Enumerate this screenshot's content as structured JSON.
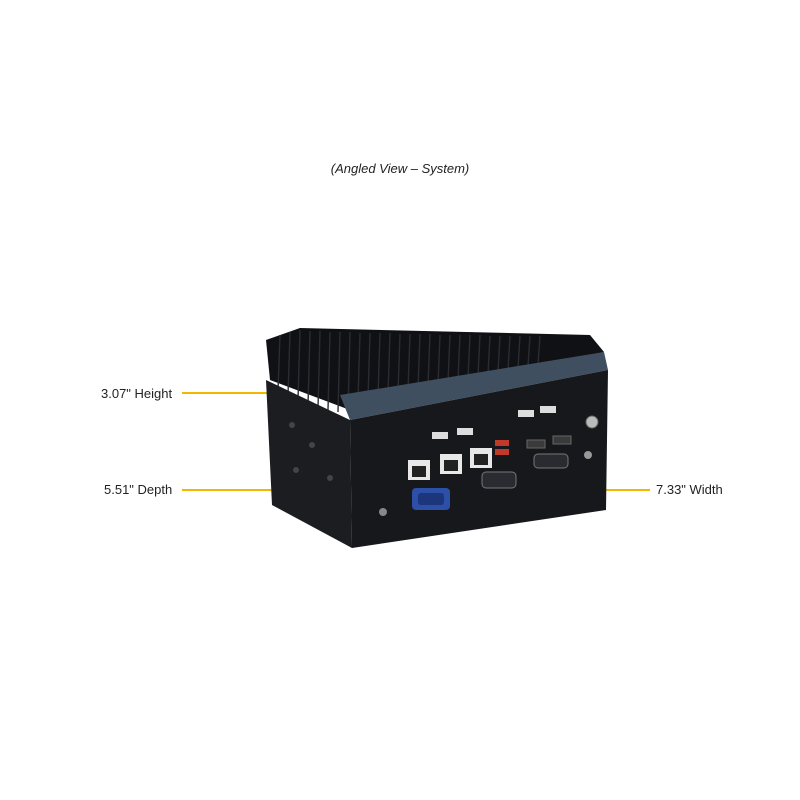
{
  "caption": "(Angled View – System)",
  "dimensions": {
    "height": "3.07\" Height",
    "depth": "5.51\" Depth",
    "width": "7.33\" Width"
  },
  "colors": {
    "leader_line": "#f2b800",
    "chassis": "#17181c",
    "fins": "#0e0f12",
    "top_panel": "#3f4f60",
    "vga_port": "#2c4fa8",
    "usb_red": "#c0392b"
  }
}
